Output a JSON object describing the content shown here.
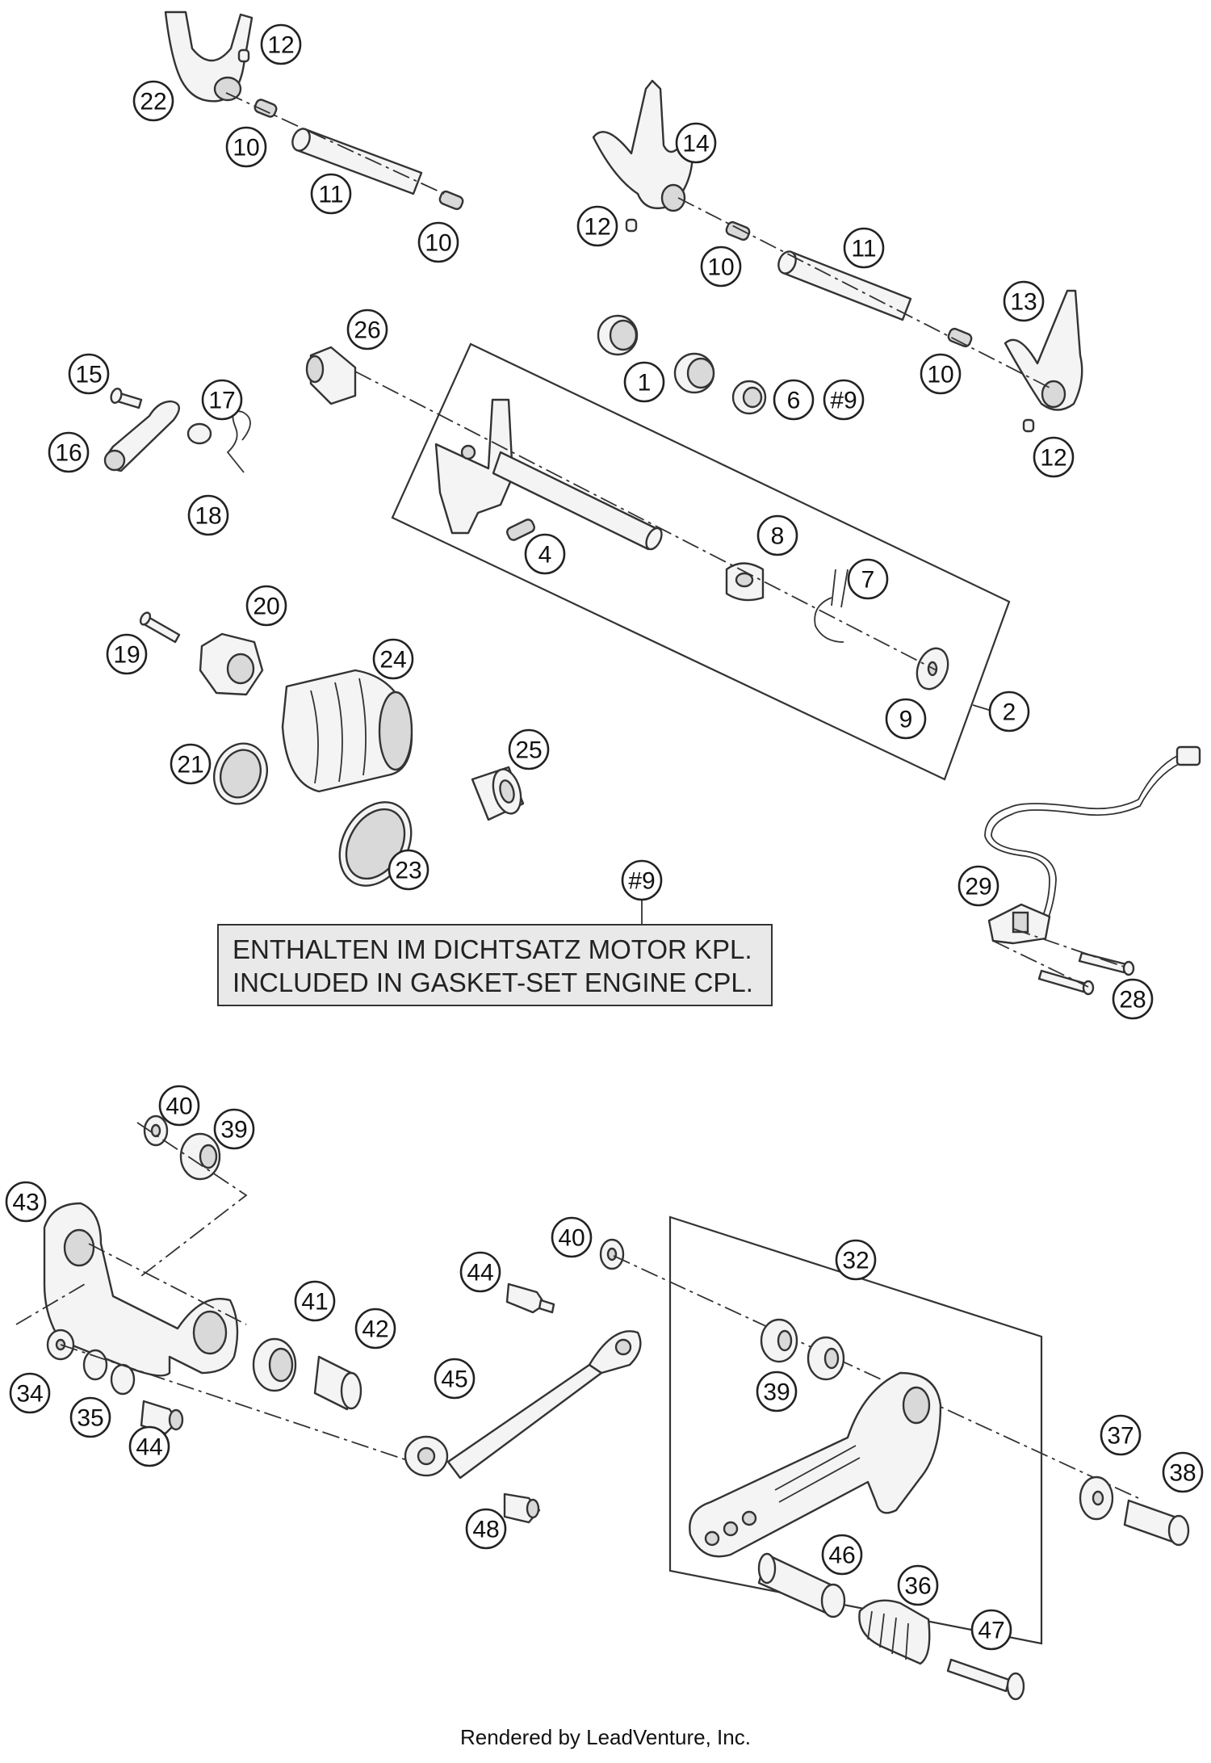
{
  "note": {
    "ref": "#9",
    "line1": "ENTHALTEN IM DICHTSATZ MOTOR KPL.",
    "line2": "INCLUDED IN GASKET-SET ENGINE CPL."
  },
  "footer": "Rendered by LeadVenture, Inc.",
  "callouts": [
    {
      "id": "c12a",
      "label": "12"
    },
    {
      "id": "c22",
      "label": "22"
    },
    {
      "id": "c10a",
      "label": "10"
    },
    {
      "id": "c11a",
      "label": "11"
    },
    {
      "id": "c10b",
      "label": "10"
    },
    {
      "id": "c14",
      "label": "14"
    },
    {
      "id": "c12b",
      "label": "12"
    },
    {
      "id": "c10c",
      "label": "10"
    },
    {
      "id": "c11b",
      "label": "11"
    },
    {
      "id": "c13",
      "label": "13"
    },
    {
      "id": "c10d",
      "label": "10"
    },
    {
      "id": "c12c",
      "label": "12"
    },
    {
      "id": "c26",
      "label": "26"
    },
    {
      "id": "c1",
      "label": "1"
    },
    {
      "id": "c6",
      "label": "6"
    },
    {
      "id": "c9ref",
      "label": "#9"
    },
    {
      "id": "c15",
      "label": "15"
    },
    {
      "id": "c17",
      "label": "17"
    },
    {
      "id": "c16",
      "label": "16"
    },
    {
      "id": "c18",
      "label": "18"
    },
    {
      "id": "c4",
      "label": "4"
    },
    {
      "id": "c8",
      "label": "8"
    },
    {
      "id": "c7",
      "label": "7"
    },
    {
      "id": "c20",
      "label": "20"
    },
    {
      "id": "c19",
      "label": "19"
    },
    {
      "id": "c24",
      "label": "24"
    },
    {
      "id": "c25",
      "label": "25"
    },
    {
      "id": "c21",
      "label": "21"
    },
    {
      "id": "c23",
      "label": "23"
    },
    {
      "id": "c9",
      "label": "9"
    },
    {
      "id": "c2",
      "label": "2"
    },
    {
      "id": "c29",
      "label": "29"
    },
    {
      "id": "c28",
      "label": "28"
    },
    {
      "id": "c9note",
      "label": "#9"
    },
    {
      "id": "c40a",
      "label": "40"
    },
    {
      "id": "c39a",
      "label": "39"
    },
    {
      "id": "c43",
      "label": "43"
    },
    {
      "id": "c40b",
      "label": "40"
    },
    {
      "id": "c32",
      "label": "32"
    },
    {
      "id": "c44a",
      "label": "44"
    },
    {
      "id": "c41",
      "label": "41"
    },
    {
      "id": "c42",
      "label": "42"
    },
    {
      "id": "c34",
      "label": "34"
    },
    {
      "id": "c35",
      "label": "35"
    },
    {
      "id": "c44b",
      "label": "44"
    },
    {
      "id": "c45",
      "label": "45"
    },
    {
      "id": "c39b",
      "label": "39"
    },
    {
      "id": "c37",
      "label": "37"
    },
    {
      "id": "c38",
      "label": "38"
    },
    {
      "id": "c48",
      "label": "48"
    },
    {
      "id": "c46",
      "label": "46"
    },
    {
      "id": "c36",
      "label": "36"
    },
    {
      "id": "c47",
      "label": "47"
    }
  ]
}
